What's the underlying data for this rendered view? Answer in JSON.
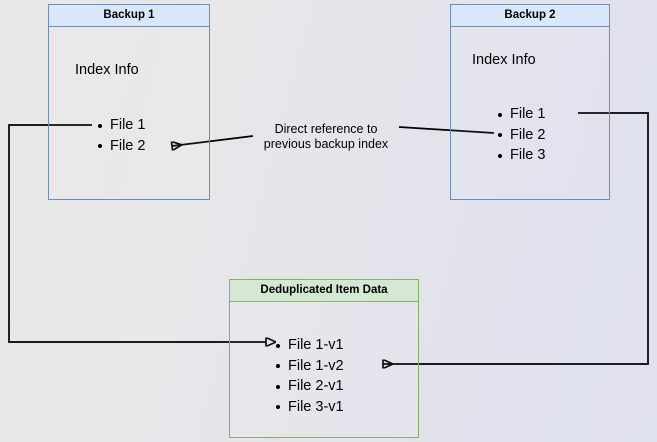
{
  "diagram": {
    "title_hidden": "Backup deduplication index reference diagram",
    "background_gradient_from": "#e9e7e7",
    "background_gradient_to": "#dfe0f0",
    "blue_border": "#6c8ebf",
    "blue_fill": "#dae8fc",
    "green_border": "#82b366",
    "green_fill": "#d5e8d4",
    "wire_color": "#000000"
  },
  "backup1": {
    "header": "Backup 1",
    "section_label": "Index Info",
    "items": [
      {
        "label": "File 1"
      },
      {
        "label": "File 2"
      }
    ]
  },
  "backup2": {
    "header": "Backup 2",
    "section_label": "Index Info",
    "items": [
      {
        "label": "File 1"
      },
      {
        "label": "File 2"
      },
      {
        "label": "File 3"
      }
    ]
  },
  "dedup": {
    "header": "Deduplicated Item Data",
    "items": [
      {
        "label": "File 1-v1"
      },
      {
        "label": "File 1-v2"
      },
      {
        "label": "File 2-v1"
      },
      {
        "label": "File 3-v1"
      }
    ]
  },
  "edges": {
    "reference_label_line1": "Direct reference to",
    "reference_label_line2": "previous backup index"
  }
}
